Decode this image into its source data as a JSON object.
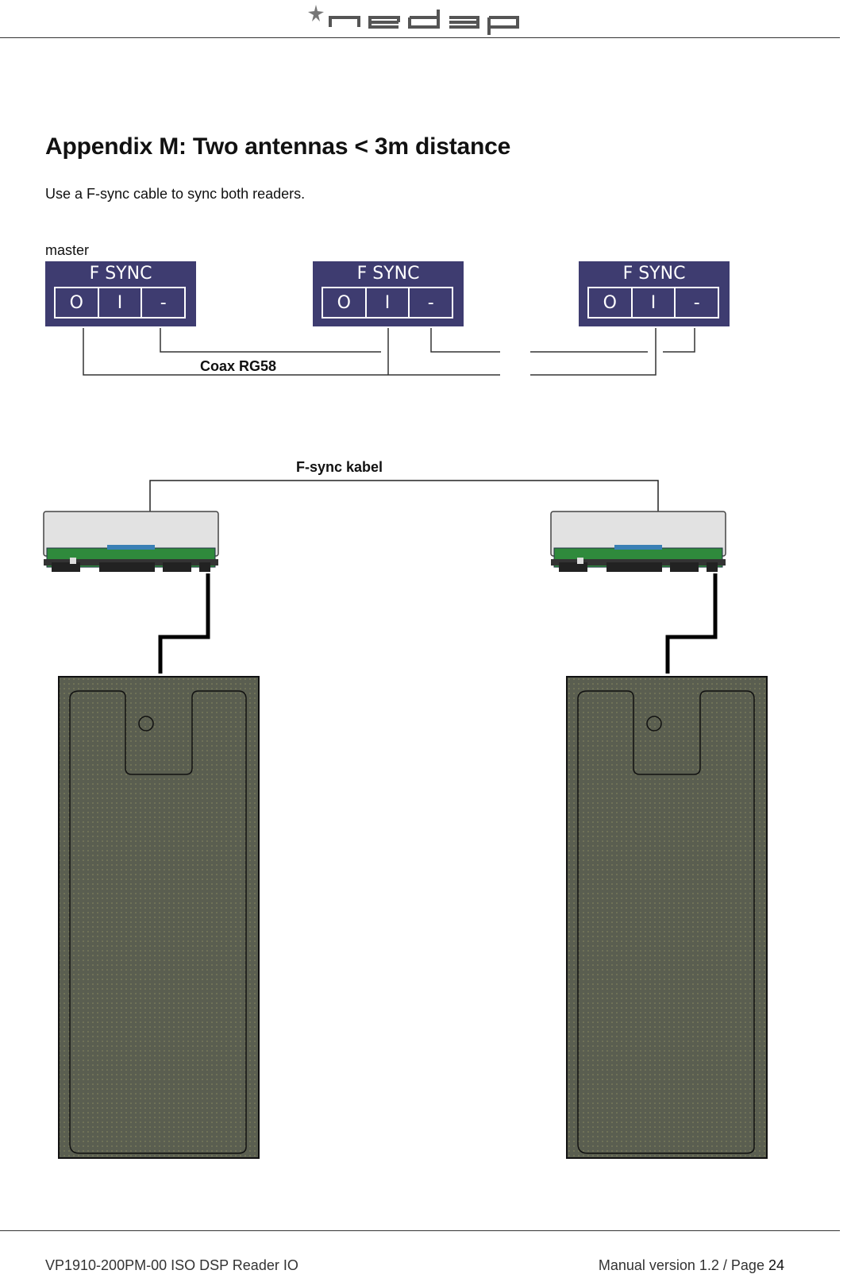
{
  "header": {
    "logo_text": "nedap"
  },
  "page": {
    "title": "Appendix M: Two antennas < 3m distance",
    "intro": "Use a F-sync cable to sync both readers.",
    "master_label": "master"
  },
  "fsync_boxes": [
    {
      "title": "F SYNC",
      "cells": [
        "O",
        "I",
        "-"
      ]
    },
    {
      "title": "F SYNC",
      "cells": [
        "O",
        "I",
        "-"
      ]
    },
    {
      "title": "F SYNC",
      "cells": [
        "O",
        "I",
        "-"
      ]
    }
  ],
  "labels": {
    "coax": "Coax RG58",
    "fsync_cable": "F-sync kabel"
  },
  "footer": {
    "doc_id": "VP1910-200PM-00 ISO DSP Reader IO",
    "version_prefix": "Manual version 1.2 / Page ",
    "page_number": "24"
  },
  "colors": {
    "fsync_box": "#3e3c70",
    "reader_body": "#e2e2e2",
    "reader_board": "#2f8a3c",
    "antenna": "#5a5e50"
  }
}
